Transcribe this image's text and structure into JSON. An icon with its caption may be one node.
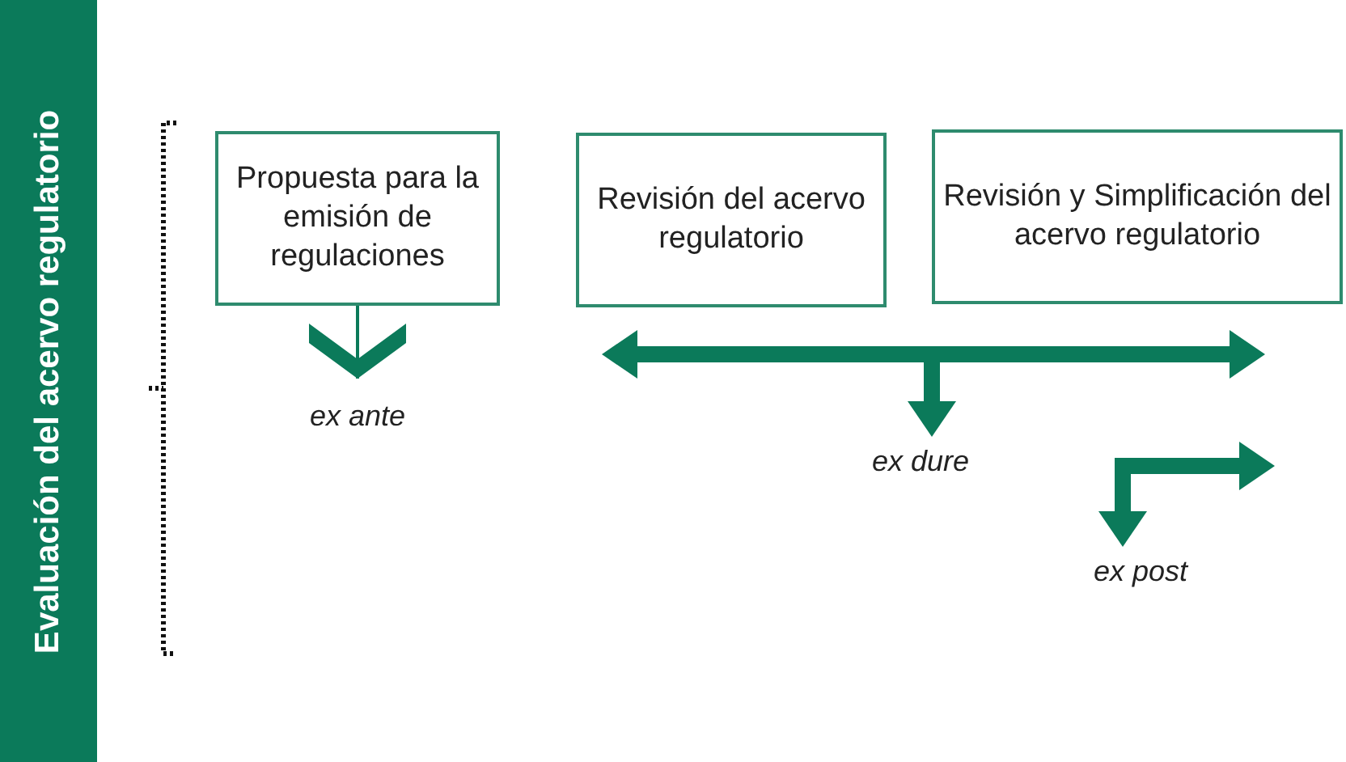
{
  "diagram": {
    "title": "Evaluación del acervo regulatorio",
    "nodes": [
      {
        "text": [
          "Propuesta para la emisión de regulaciones"
        ]
      },
      {
        "text": [
          "Revisión del acervo regulatorio"
        ]
      },
      {
        "text": [
          "Revisión y Simplificación del acervo regulatorio"
        ]
      },
      {
        "text": [
          "ex ante"
        ]
      },
      {
        "text": [],
        "shape": "bar"
      },
      {
        "text": [
          "ex dure"
        ]
      },
      {
        "text": [
          "ex post"
        ]
      }
    ],
    "edges": [
      {
        "from": 0,
        "to": 3,
        "arrow": "to"
      },
      {
        "from": 4,
        "to": 5,
        "arrow": "to"
      },
      {
        "from": null,
        "to": 6,
        "arrow": "both"
      }
    ]
  }
}
